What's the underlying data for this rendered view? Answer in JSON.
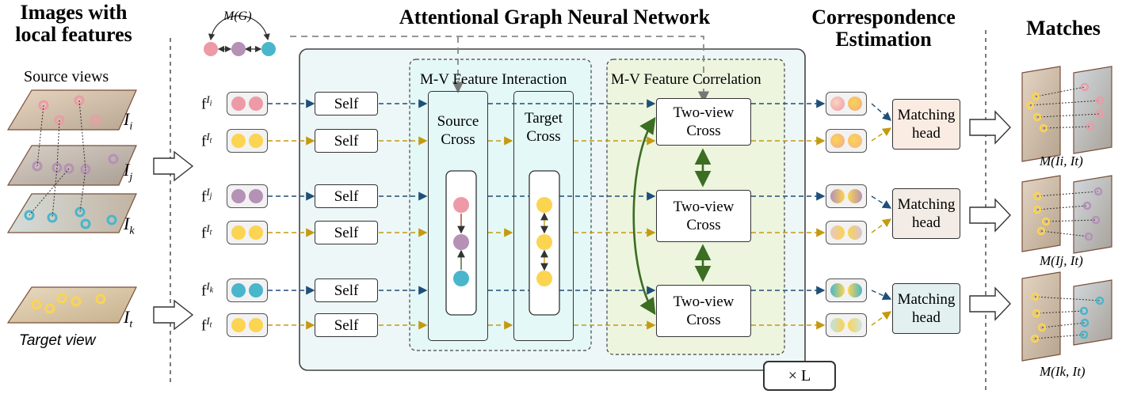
{
  "titles": {
    "images": "Images with local features",
    "images_line1": "Images with",
    "images_line2": "local features",
    "agnn": "Attentional Graph Neural Network",
    "corr_line1": "Correspondence",
    "corr_line2": "Estimation",
    "matches": "Matches"
  },
  "labels": {
    "source_views": "Source views",
    "target_view": "Target view",
    "mg": "M(G)",
    "mv_interaction": "M-V Feature Interaction",
    "mv_correlation": "M-V Feature Correlation",
    "source_cross_1": "Source",
    "source_cross_2": "Cross",
    "target_cross_1": "Target",
    "target_cross_2": "Cross",
    "two_view_1": "Two-view",
    "two_view_2": "Cross",
    "self": "Self",
    "matching_1": "Matching",
    "matching_2": "head",
    "times_l": "× L"
  },
  "views": [
    {
      "sym": "I",
      "sub": "i"
    },
    {
      "sym": "I",
      "sub": "j"
    },
    {
      "sym": "I",
      "sub": "k"
    },
    {
      "sym": "I",
      "sub": "t"
    }
  ],
  "features": [
    {
      "f": "f",
      "sup": "I",
      "sub": "i"
    },
    {
      "f": "f",
      "sup": "I",
      "sub": "t"
    },
    {
      "f": "f",
      "sup": "I",
      "sub": "j"
    },
    {
      "f": "f",
      "sup": "I",
      "sub": "t"
    },
    {
      "f": "f",
      "sup": "I",
      "sub": "k"
    },
    {
      "f": "f",
      "sup": "I",
      "sub": "t"
    }
  ],
  "matches": [
    {
      "text": "M(Ii, It)"
    },
    {
      "text": "M(Ij, It)"
    },
    {
      "text": "M(Ik, It)"
    }
  ],
  "colors": {
    "pink": "#ee9aa6",
    "purple": "#b591b6",
    "cyan": "#49b6cc",
    "yellow": "#fbd451",
    "blue_arrow": "#1f4e79",
    "gold_arrow": "#c49a10",
    "green_arrow": "#3b6d22",
    "agnn_bg": "#eef7f7",
    "interaction_bg": "#e3f8f7",
    "correlation_bg": "#edf5df",
    "match1_bg": "#fbece3",
    "match2_bg": "#f3ece6",
    "match3_bg": "#e2f0ef"
  }
}
